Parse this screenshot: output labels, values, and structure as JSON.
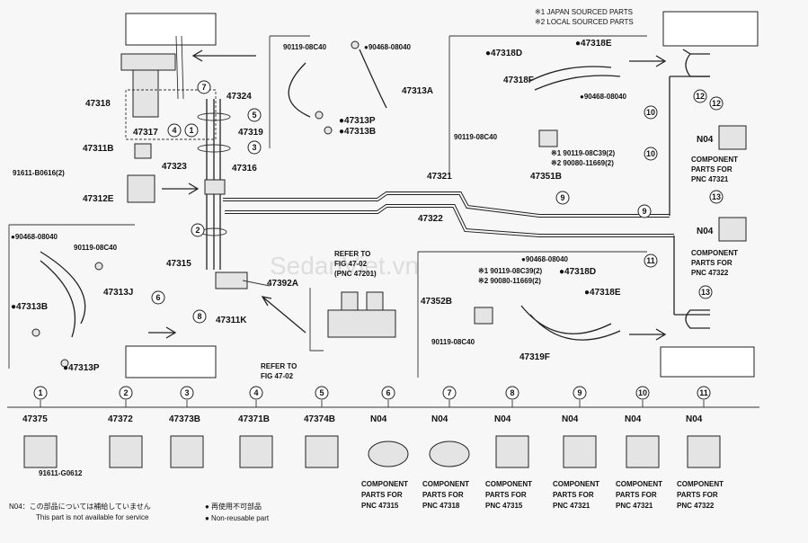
{
  "legend": {
    "japan_sourced": "※1 JAPAN SOURCED PARTS",
    "local_sourced": "※2 LOCAL SOURCED PARTS",
    "n04_note_jp": "N04：この部品については補給していません",
    "n04_note_en": "This part is not available for service",
    "nonreusable_jp": "● 再使用不可部品",
    "nonreusable_en": "● Non-reusable part"
  },
  "watermark": "SedanViet.vn",
  "labels": {
    "l47318": "47318",
    "l47317": "47317",
    "l47324": "47324",
    "l47319": "47319",
    "l47323": "47323",
    "l47316": "47316",
    "l47311B": "47311B",
    "l91611a": "91611-B0616(2)",
    "l47312E": "47312E",
    "l90119a": "90119-08C40",
    "l90468a": "●90468-08040",
    "l47313A": "47313A",
    "l47313P_top": "●47313P",
    "l47313B_top": "●47313B",
    "l47321": "47321",
    "l47322": "47322",
    "l90468b": "●90468-08040",
    "l90119b": "90119-08C40",
    "l47313J": "47313J",
    "l47313B_left": "●47313B",
    "l47313P_left": "●47313P",
    "l47315": "47315",
    "l47311K": "47311K",
    "l47392A": "47392A",
    "refer_top_1": "REFER TO",
    "refer_top_2": "FIG 47-02",
    "refer_top_3": "(PNC 47201)",
    "refer_bot_1": "REFER TO",
    "refer_bot_2": "FIG 47-02",
    "l47318D_top": "●47318D",
    "l47318E_top": "●47318E",
    "l47318F": "47318F",
    "l90468c": "●90468-08040",
    "l90119c": "90119-08C40",
    "l90119_1a": "※1 90119-08C39(2)",
    "l90080_2a": "※2 90080-11669(2)",
    "l47351B": "47351B",
    "l90468d": "●90468-08040",
    "l90119_1b": "※1 90119-08C39(2)",
    "l90080_2b": "※2 90080-11669(2)",
    "l47318D_bot": "●47318D",
    "l47352B": "47352B",
    "l47318E_bot": "●47318E",
    "l90119d": "90119-08C40",
    "l47319F": "47319F",
    "n04_r1": "N04",
    "comp_r1_1": "COMPONENT",
    "comp_r1_2": "PARTS FOR",
    "comp_r1_3": "PNC 47321",
    "n04_r2": "N04",
    "comp_r2_1": "COMPONENT",
    "comp_r2_2": "PARTS FOR",
    "comp_r2_3": "PNC 47322"
  },
  "callouts": [
    "1",
    "2",
    "3",
    "4",
    "5",
    "6",
    "7",
    "8",
    "9",
    "10",
    "11",
    "12",
    "13"
  ],
  "bottom_parts": [
    {
      "num": "1",
      "pn": "47375",
      "sub": "91611-G0612"
    },
    {
      "num": "2",
      "pn": "47372"
    },
    {
      "num": "3",
      "pn": "47373B"
    },
    {
      "num": "4",
      "pn": "47371B"
    },
    {
      "num": "5",
      "pn": "47374B"
    },
    {
      "num": "6",
      "pn": "N04",
      "c1": "COMPONENT",
      "c2": "PARTS FOR",
      "c3": "PNC 47315"
    },
    {
      "num": "7",
      "pn": "N04",
      "c1": "COMPONENT",
      "c2": "PARTS FOR",
      "c3": "PNC 47318"
    },
    {
      "num": "8",
      "pn": "N04",
      "c1": "COMPONENT",
      "c2": "PARTS FOR",
      "c3": "PNC 47315"
    },
    {
      "num": "9",
      "pn": "N04",
      "c1": "COMPONENT",
      "c2": "PARTS FOR",
      "c3": "PNC 47321"
    },
    {
      "num": "10",
      "pn": "N04",
      "c1": "COMPONENT",
      "c2": "PARTS FOR",
      "c3": "PNC 47321"
    },
    {
      "num": "11",
      "pn": "N04",
      "c1": "COMPONENT",
      "c2": "PARTS FOR",
      "c3": "PNC 47322"
    }
  ]
}
